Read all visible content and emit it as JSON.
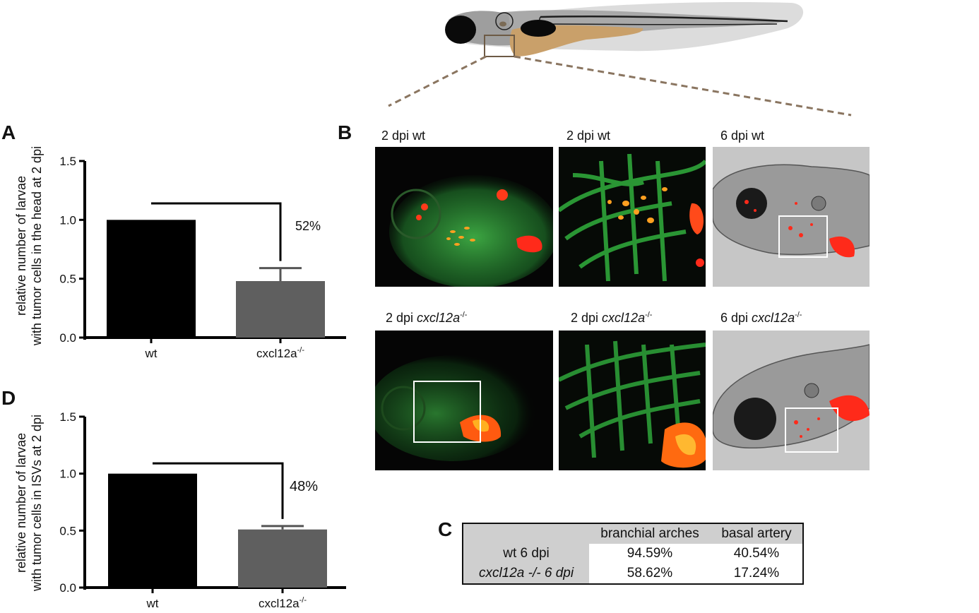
{
  "panels": {
    "A": {
      "letter": "A",
      "ylabel_line1": "relative number of larvae",
      "ylabel_line2": "with tumor cells in the head at 2 dpi",
      "reduction_label": "52%"
    },
    "B": {
      "letter": "B",
      "images": [
        {
          "label_prefix": "2 dpi",
          "label_italic": "",
          "label_suffix": " wt",
          "sup": ""
        },
        {
          "label_prefix": "2 dpi",
          "label_italic": "",
          "label_suffix": " wt",
          "sup": ""
        },
        {
          "label_prefix": "6 dpi",
          "label_italic": "",
          "label_suffix": " wt",
          "sup": ""
        },
        {
          "label_prefix": "2 dpi ",
          "label_italic": "cxcl12a",
          "label_suffix": "",
          "sup": "-/-"
        },
        {
          "label_prefix": "2 dpi ",
          "label_italic": "cxcl12a",
          "label_suffix": "",
          "sup": "-/-"
        },
        {
          "label_prefix": "6 dpi ",
          "label_italic": "cxcl12a",
          "label_suffix": "",
          "sup": "-/-"
        }
      ]
    },
    "C": {
      "letter": "C",
      "header": [
        "",
        "branchial arches",
        "basal artery"
      ],
      "rows": [
        {
          "label": "wt 6 dpi",
          "values": [
            "94.59%",
            "40.54%"
          ]
        },
        {
          "label": "cxcl12a -/- 6 dpi",
          "values": [
            "58.62%",
            "17.24%"
          ]
        }
      ]
    },
    "D": {
      "letter": "D",
      "ylabel_line1": "relative number of larvae",
      "ylabel_line2": "with tumor cells in ISVs at 2 dpi",
      "reduction_label": "48%"
    }
  },
  "chart_data": [
    {
      "type": "bar",
      "panel": "A",
      "categories": [
        "wt",
        "cxcl12a"
      ],
      "category_sup": [
        "",
        "-/-"
      ],
      "values": [
        1.0,
        0.48
      ],
      "error_upper": [
        0,
        0.11
      ],
      "yticks": [
        "0.0",
        "0.5",
        "1.0",
        "1.5"
      ],
      "ylim": [
        0,
        1.5
      ],
      "ylabel": "relative number of larvae with tumor cells in the head at 2 dpi",
      "bar_colors": [
        "#000000",
        "#5f5f5f"
      ]
    },
    {
      "type": "bar",
      "panel": "D",
      "categories": [
        "wt",
        "cxcl12a"
      ],
      "category_sup": [
        "",
        "-/-"
      ],
      "values": [
        1.0,
        0.51
      ],
      "error_upper": [
        0,
        0.03
      ],
      "yticks": [
        "0.0",
        "0.5",
        "1.0",
        "1.5"
      ],
      "ylim": [
        0,
        1.5
      ],
      "ylabel": "relative number of larvae with tumor cells in ISVs at 2 dpi",
      "bar_colors": [
        "#000000",
        "#5f5f5f"
      ]
    }
  ],
  "colors": {
    "vessel_green": "#2fa63a",
    "tumor_red": "#ff2a1a",
    "tumor_orange": "#ffa020",
    "bright_field": "#c8c8c8",
    "table_header_bg": "#cfcfcf",
    "dashed_line": "#8a7560",
    "yolk": "#c9a06a"
  },
  "icons": {
    "schematic": "zebrafish-larva-illustration"
  }
}
